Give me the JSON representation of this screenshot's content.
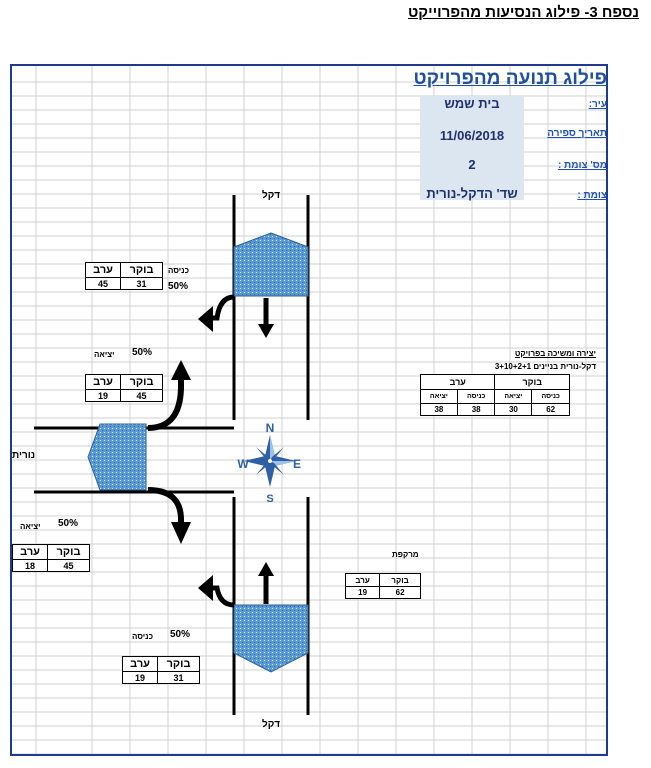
{
  "page_title": "נספח 3- פילוג הנסיעות מהפרוייקט",
  "sheet_title": "פילוג תנועה מהפרויקט",
  "info": {
    "city_label": "עיר:",
    "city_value": "בית שמש",
    "date_label": "תאריך ספירה",
    "date_value": "11/06/2018",
    "junction_no_label": "מס' צומת :",
    "junction_no_value": "2",
    "junction_label": "צומת :",
    "junction_value": "שד' הדקל-נורית"
  },
  "streets": {
    "north": "דקל",
    "south": "דקל",
    "west": "נורית"
  },
  "compass": {
    "n": "N",
    "s": "S",
    "e": "E",
    "w": "W"
  },
  "north_entry": {
    "label": "כניסה",
    "pct": "50%",
    "h_morning": "בוקר",
    "h_evening": "ערב",
    "morning": "31",
    "evening": "45"
  },
  "west_exit": {
    "label": "יציאה",
    "pct": "50%",
    "h_morning": "בוקר",
    "h_evening": "ערב",
    "morning": "45",
    "evening": "19"
  },
  "west_exit_lower": {
    "label": "יציאה",
    "pct": "50%",
    "h_morning": "בוקר",
    "h_evening": "ערב",
    "morning": "45",
    "evening": "18"
  },
  "south_entry": {
    "label": "כניסה",
    "pct": "50%",
    "h_morning": "בוקר",
    "h_evening": "ערב",
    "morning": "31",
    "evening": "19"
  },
  "generation": {
    "title": "יצירה ומשיכה בפרויקט",
    "subtitle": "דקל-נורית בניינים 3+10+2+1",
    "h_morning": "בוקר",
    "h_evening": "ערב",
    "col_entry": "כניסה",
    "col_exit": "יציאה",
    "morning_entry": "62",
    "morning_exit": "30",
    "evening_entry": "38",
    "evening_exit": "38"
  },
  "composite": {
    "title": "מרקפת",
    "h_morning": "בוקר",
    "h_evening": "ערב",
    "morning": "62",
    "evening": "19"
  },
  "colors": {
    "road_fill": "#5b9bd5",
    "frame": "#1f3a93",
    "info_bg": "#dce6f1",
    "highlight": "#ffff00",
    "grid": "#d0d0d0"
  }
}
